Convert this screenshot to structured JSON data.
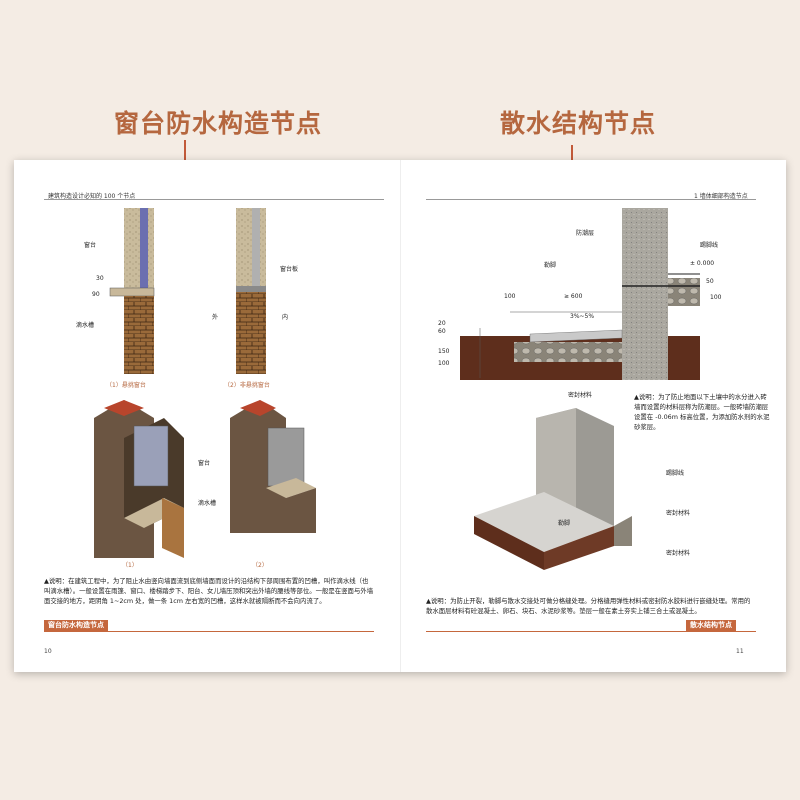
{
  "callouts": {
    "left": "窗台防水构造节点",
    "right": "散水结构节点"
  },
  "page_left": {
    "header": "建筑构造设计必知的 100 个节点",
    "labels": {
      "sill": "窗台",
      "drip": "滴水槽",
      "sill_board": "窗台板",
      "outside": "外",
      "inside": "内",
      "iso_sill": "窗台",
      "iso_drip": "滴水槽",
      "d30": "30",
      "d90": "90"
    },
    "captions": {
      "a": "（1）悬挑窗台",
      "b": "（2）非悬挑窗台",
      "c": "（1）",
      "d": "（2）"
    },
    "note": "▲说明：在建筑工程中，为了阻止水由竖向墙面流到底侧墙面而设计的沿结构下部周围布置的凹槽，叫作滴水线（也叫滴水槽）。一般设置在雨篷、窗口、楼梯踏步下、阳台、女儿墙压顶和突出外墙的腰线等部位。一般是在竖面与外墙面交接的地方，距阴角 1~2cm 处，做一条 1cm 左右宽的凹槽，这样水就被隔断而不会向内流了。",
    "tag": "窗台防水构造节点",
    "page_no": "10"
  },
  "page_right": {
    "header": "1  墙体细部构造节点",
    "labels": {
      "moisture": "防潮层",
      "skirting": "踢脚线",
      "apron": "勒脚",
      "elev": "± 0.000",
      "d100a": "100",
      "d600": "≥ 600",
      "slope": "3%~5%",
      "seal": "密封材料",
      "d60": "60",
      "d20": "20",
      "d150": "150",
      "d50": "50",
      "d100b": "100",
      "d100c": "100",
      "iso_skirting": "踢脚线",
      "iso_seal": "密封材料",
      "iso_apron": "勒脚",
      "iso_seal2": "密封材料"
    },
    "side_note": "▲说明：为了防止地面以下土壤中的水分进入砖墙而设置的材料层称为防潮层。一般砖墙防潮层设置在 -0.06m 标高位置，为添加防水剂的水泥砂浆层。",
    "note": "▲说明：为防止开裂，勒脚与散水交接处可做分格缝处理。分格缝用弹性材料或密封防水胶料进行嵌缝处理。常用的散水面层材料有砼混凝土、卵石、块石、水泥砂浆等。垫层一般在素土夯实上铺三合土或混凝土。",
    "tag": "散水结构节点",
    "page_no": "11"
  },
  "colors": {
    "accent": "#c5673d",
    "brick": "#9a6a3a",
    "concrete": "#b8b5ae",
    "soil": "#5e2e1c"
  }
}
